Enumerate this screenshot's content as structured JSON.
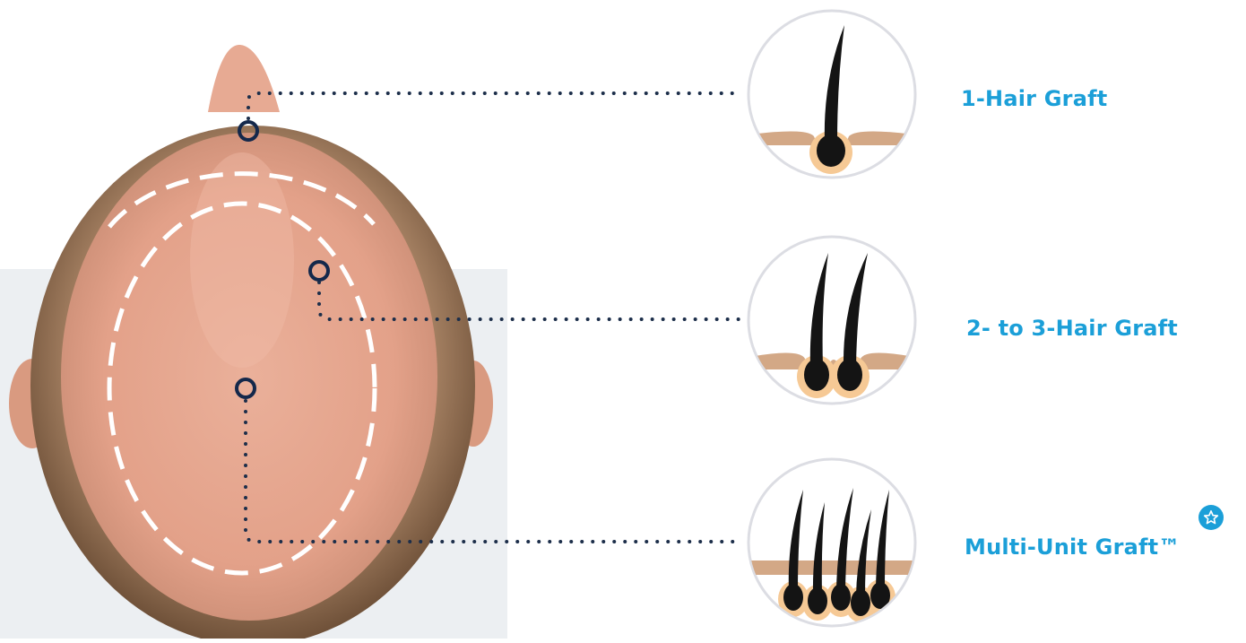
{
  "colors": {
    "accent": "#1b9fd8",
    "marker": "#14284b",
    "dots": "#1c2e4a",
    "zone_dash": "#ffffff",
    "circle_border": "#dcdde3",
    "skin_layer": "#d3a886",
    "follicle_glow": "#f6c995",
    "hair": "#141414",
    "scalp_skin": "#e6a48c",
    "hair_fringe": "#8a6a4d",
    "background_shirt": "#e9ecef"
  },
  "grafts": [
    {
      "label": "1-Hair Graft",
      "hair_count": 1
    },
    {
      "label": "2- to 3-Hair Graft",
      "hair_count": 2
    },
    {
      "label": "Multi-Unit Graft™",
      "hair_count": 5,
      "badge_icon": "star-icon"
    }
  ]
}
